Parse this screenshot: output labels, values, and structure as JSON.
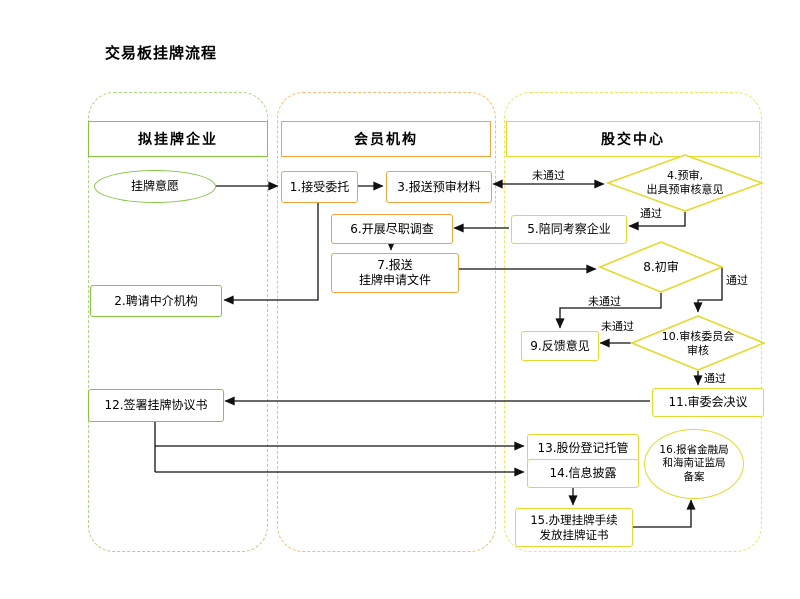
{
  "title": "交易板挂牌流程",
  "lanes": {
    "enterprise": {
      "header": "拟挂牌企业"
    },
    "member": {
      "header": "会员机构"
    },
    "center": {
      "header": "股交中心"
    }
  },
  "nodes": {
    "intent": "挂牌意愿",
    "n1": "1.接受委托",
    "n2": "2.聘请中介机构",
    "n3": "3.报送预审材料",
    "n4_line1": "4.预审,",
    "n4_line2": "出具预审核意见",
    "n5": "5.陪同考察企业",
    "n6": "6.开展尽职调查",
    "n7_line1": "7.报送",
    "n7_line2": "挂牌申请文件",
    "n8": "8.初审",
    "n9": "9.反馈意见",
    "n10_line1": "10.审核委员会",
    "n10_line2": "审核",
    "n11": "11.审委会决议",
    "n12": "12.签署挂牌协议书",
    "n13": "13.股份登记托管",
    "n14": "14.信息披露",
    "n15_line1": "15.办理挂牌手续",
    "n15_line2": "发放挂牌证书",
    "n16_line1": "16.报省金融局",
    "n16_line2": "和海南证监局",
    "n16_line3": "备案"
  },
  "edge_labels": {
    "fail_4": "未通过",
    "pass_4": "通过",
    "pass_8": "通过",
    "fail_8": "未通过",
    "fail_10": "未通过",
    "pass_10": "通过"
  },
  "colors": {
    "green": "#86c440",
    "green_dash": "#a9d77c",
    "orange": "#f2a33c",
    "orange_dash": "#f6bc72",
    "yellow": "#e4d92f",
    "yellow_dash": "#ece65e"
  }
}
